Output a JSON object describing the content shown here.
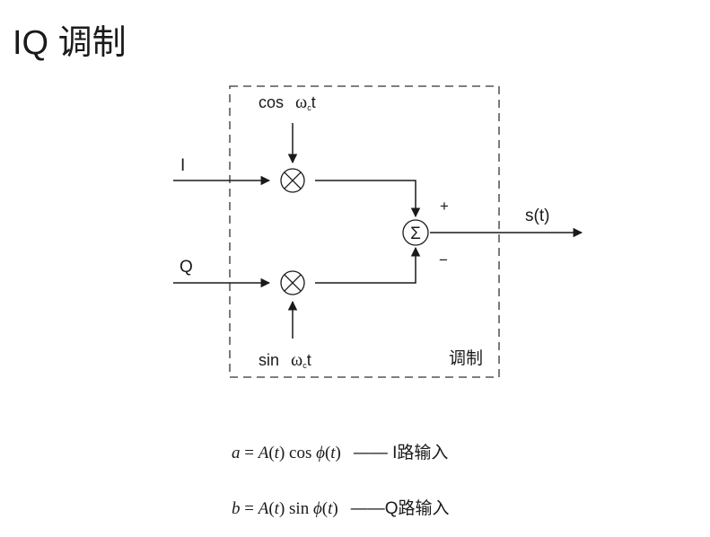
{
  "title": "IQ 调制",
  "modulator": {
    "label": "调制",
    "carrier_cos": {
      "fn": "cos",
      "omega": "ω",
      "sub": "c",
      "t": "t"
    },
    "carrier_sin": {
      "fn": "sin",
      "omega": "ω",
      "sub": "c",
      "t": "t"
    },
    "input_i": "I",
    "input_q": "Q",
    "output": "s(t)",
    "plus_sign": "+",
    "minus_sign": "−",
    "sum_symbol": "Σ",
    "mixer_symbol": "⊗"
  },
  "formulas": {
    "a": {
      "var": "a",
      "eq": " = ",
      "A": "A",
      "paren_l": "(",
      "t": "t",
      "paren_r": ")",
      "fn": " cos ",
      "phi": "ϕ",
      "desc": "——  I路输入"
    },
    "b": {
      "var": "b",
      "eq": " = ",
      "A": "A",
      "paren_l": "(",
      "t": "t",
      "paren_r": ")",
      "fn": " sin ",
      "phi": "ϕ",
      "desc": "——Q路输入"
    }
  }
}
